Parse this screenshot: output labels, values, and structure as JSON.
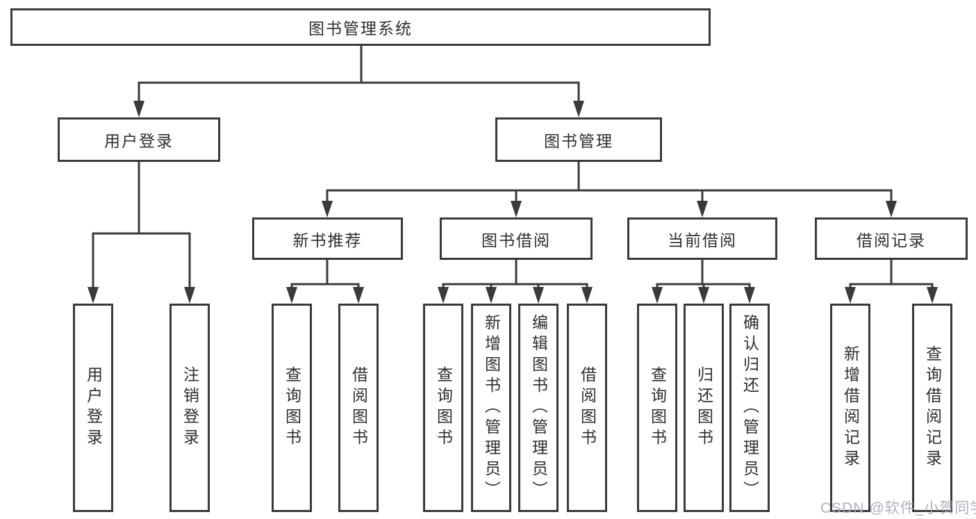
{
  "colors": {
    "border": "#3a3a3a",
    "line": "#3a3a3a",
    "text": "#2e2e2e",
    "background": "#ffffff",
    "watermark": "#a4a9b3"
  },
  "watermark": {
    "text": "CSDN @软件_小贺同学"
  },
  "tree": {
    "label": "图书管理系统",
    "children": [
      {
        "label": "用户登录",
        "children": [
          {
            "label": "用户登录"
          },
          {
            "label": "注销登录"
          }
        ]
      },
      {
        "label": "图书管理",
        "children": [
          {
            "label": "新书推荐",
            "children": [
              {
                "label": "查询图书"
              },
              {
                "label": "借阅图书"
              }
            ]
          },
          {
            "label": "图书借阅",
            "children": [
              {
                "label": "查询图书"
              },
              {
                "label": "新增图书（管理员）"
              },
              {
                "label": "编辑图书（管理员）"
              },
              {
                "label": "借阅图书"
              }
            ]
          },
          {
            "label": "当前借阅",
            "children": [
              {
                "label": "查询图书"
              },
              {
                "label": "归还图书"
              },
              {
                "label": "确认归还（管理员）"
              }
            ]
          },
          {
            "label": "借阅记录",
            "children": [
              {
                "label": "新增借阅记录"
              },
              {
                "label": "查询借阅记录"
              }
            ]
          }
        ]
      }
    ]
  }
}
